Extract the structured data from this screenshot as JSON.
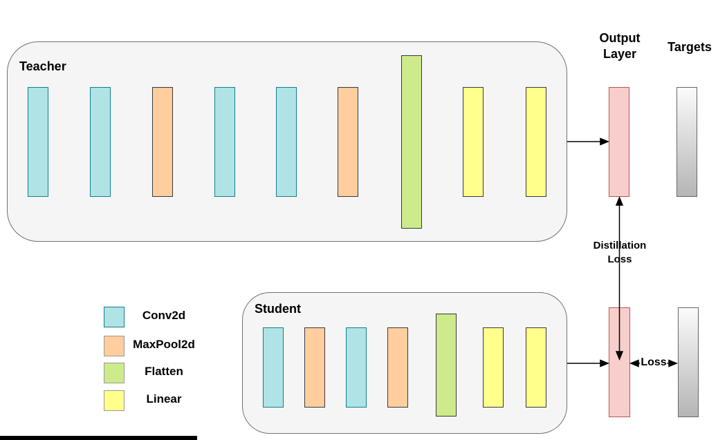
{
  "diagram": {
    "teacher": {
      "label": "Teacher",
      "layers": [
        "conv",
        "conv",
        "maxpool",
        "conv",
        "conv",
        "maxpool",
        "flatten",
        "linear",
        "linear"
      ]
    },
    "student": {
      "label": "Student",
      "layers": [
        "conv",
        "maxpool",
        "conv",
        "maxpool",
        "flatten",
        "linear",
        "linear"
      ]
    },
    "output_layer_label": "Output Layer",
    "targets_label": "Targets",
    "distillation_loss_label": "Distillation Loss",
    "loss_label": "Loss",
    "legend": [
      {
        "type": "conv",
        "label": "Conv2d",
        "fill": "#b0e3e6",
        "border": "#0e8088"
      },
      {
        "type": "maxpool",
        "label": "MaxPool2d",
        "fill": "#ffcd9e",
        "border": "#999999"
      },
      {
        "type": "flatten",
        "label": "Flatten",
        "fill": "#cdeb8b",
        "border": "#999999"
      },
      {
        "type": "linear",
        "label": "Linear",
        "fill": "#ffff8c",
        "border": "#999999"
      }
    ],
    "colors": {
      "conv_fill": "#b0e3e6",
      "conv_stroke": "#0e8088",
      "maxpool_fill": "#ffcd9e",
      "maxpool_stroke": "#36393d",
      "flatten_fill": "#cdeb8b",
      "flatten_stroke": "#36393d",
      "linear_fill": "#ffff8c",
      "linear_stroke": "#36393d",
      "output_fill": "#f8cecc",
      "output_stroke": "#b85450",
      "target_gradient_top": "#fbfbfb",
      "target_gradient_bottom": "#b5b5b5",
      "target_stroke": "#666666",
      "container_fill": "#f5f5f5",
      "container_stroke": "#707070",
      "arrow_color": "#000000"
    }
  }
}
